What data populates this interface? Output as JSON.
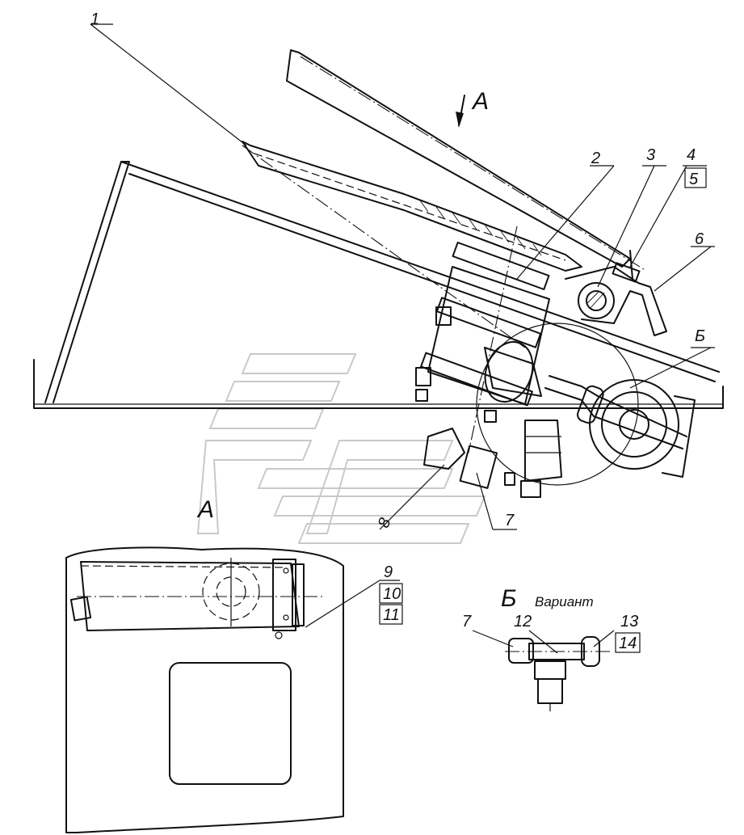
{
  "labels": {
    "p1": "1",
    "p2": "2",
    "p3": "3",
    "p4": "4",
    "p5": "5",
    "p6": "6",
    "p7": "7",
    "p7b": "7",
    "p8": "8",
    "p9": "9",
    "p10": "10",
    "p11": "11",
    "p12": "12",
    "p13": "13",
    "p14": "14",
    "view_a_arrow": "А",
    "view_a_title": "А",
    "view_b_marker": "Б",
    "view_b_title": "Б",
    "view_b_subtitle": "Вариант"
  },
  "watermark_icon": "gaz-logo-watermark"
}
